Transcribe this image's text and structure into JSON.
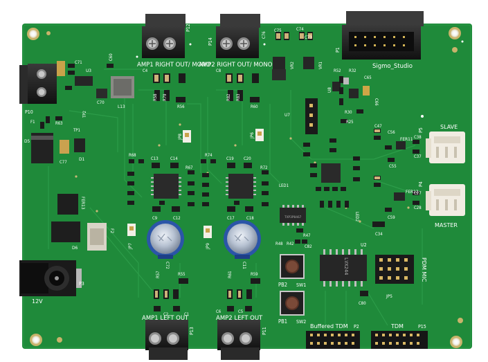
{
  "board": {
    "pcb_color": "#1f8a3a",
    "silk_color": "#ffffff",
    "labels": {
      "amp1_right": "AMP1 RIGHT OUT/ MONO",
      "amp2_right": "AMP2 RIGHT OUT/ MONO",
      "amp1_left": "AMP1 LEFT OUT",
      "amp2_left": "AMP2 LEFT OUT",
      "sigmo_studio": "Sigmo_Studio",
      "slave": "SLAVE",
      "master": "MASTER",
      "buffered_tdm": "Buffered TDM",
      "tdm": "TDM",
      "pdm_mic": "PDM MIC",
      "twelve_v": "12V",
      "p12": "P12",
      "p14": "P14",
      "p1": "P1",
      "p10": "P10",
      "p3": "P3",
      "p5": "P5",
      "p4": "P4",
      "p13": "P13",
      "p11": "P11",
      "p2": "P2",
      "p15": "P15",
      "pb1": "PB1",
      "pb2": "PB2",
      "sw1": "SW1",
      "sw2": "SW2",
      "u2": "U2",
      "u3": "U3",
      "u7": "U7",
      "u8": "U8",
      "d1": "D1",
      "d5": "D5",
      "d6": "D6",
      "l13": "L13",
      "f2": "F2",
      "fer13": "FER13",
      "fer11": "FER11",
      "fer12": "FER12",
      "jp5": "JP5",
      "jp7": "JP7",
      "jp8": "JP8",
      "jp9": "JP9",
      "jp6": "JP6",
      "c71": "C71",
      "c70": "C70",
      "c77": "C77",
      "c60": "C60",
      "c65": "C65",
      "c66": "C66",
      "r52": "R52",
      "r32": "R32",
      "r56": "R56",
      "r60": "R60",
      "r55": "R55",
      "r59": "R59",
      "c13": "C13",
      "c14": "C14",
      "c19": "C19",
      "c20": "C20",
      "c12": "C12",
      "c18": "C18",
      "c9": "C9",
      "c17": "C17",
      "r68": "R68",
      "r74": "R74",
      "r67": "R67",
      "r72": "R72",
      "led1": "LED1",
      "led2": "LED2",
      "vr2": "VR2",
      "vr1": "VR1",
      "r30": "R30",
      "r25": "R25",
      "c47": "C47",
      "c56": "C56",
      "c38": "C38",
      "c37": "C37",
      "c55": "C55",
      "c28": "C28",
      "c27": "C27",
      "c59": "C59",
      "c34": "C34",
      "c80": "C80",
      "c82": "C82",
      "r47": "R47",
      "r48": "R48",
      "r42": "R42",
      "c72": "C72",
      "c11": "C11",
      "r57": "R57",
      "r61": "R61",
      "c4": "C4",
      "c8": "C8",
      "c2": "C2",
      "c1": "C1",
      "c6": "C6",
      "c5": "C5",
      "c75": "C75",
      "c74": "C74",
      "c73": "C73",
      "c76": "C76",
      "r58": "R58",
      "r79": "R79",
      "r82": "R82",
      "r83": "R83",
      "tp1": "TP1",
      "tp2": "TP2",
      "f1": "F1",
      "r63": "R63",
      "ic_marking_1": "TXP3P0467",
      "ic_marking_2": "LVX244"
    }
  }
}
